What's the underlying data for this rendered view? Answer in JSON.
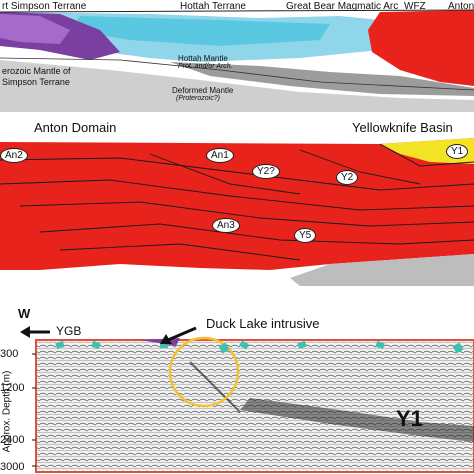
{
  "top_section": {
    "terranes": [
      "rt Simpson Terrane",
      "Hottah Terrane",
      "Great Bear Magmatic Arc",
      "WFZ",
      "Anton"
    ],
    "notes": {
      "mantle_left": [
        "erozoic Mantle of",
        "Simpson Terrane"
      ],
      "hottah_mantle": [
        "Hottah Mantle",
        "Prot. and/or Arch."
      ],
      "deformed_mantle": [
        "Deformed Mantle",
        "(Proterozoic?)"
      ]
    }
  },
  "middle_section": {
    "domain_left": "Anton Domain",
    "domain_right": "Yellowknife Basin",
    "tags": [
      "An2",
      "An1",
      "Y2?",
      "Y2",
      "Y1",
      "An3",
      "Y5"
    ]
  },
  "bottom_section": {
    "compass": "W",
    "arrow_label": "YGB",
    "intrusive_label": "Duck Lake intrusive",
    "axis_label": "Approx. Depth (m)",
    "depth_ticks": [
      "300",
      "1200",
      "2400",
      "3000"
    ],
    "reflector_label": "Y1"
  },
  "colors": {
    "red": "#e8231c",
    "yellow": "#f2e424",
    "purple": "#7a3fa0",
    "cyan": "#5ac8e0",
    "teal_marks": "#3fc0b0",
    "circle": "#f2c230",
    "frame_red": "#e0503a"
  }
}
